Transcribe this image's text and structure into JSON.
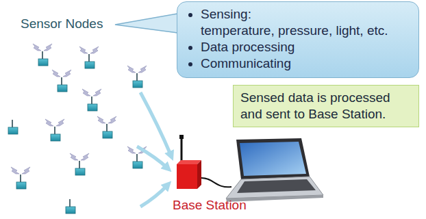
{
  "diagram": {
    "nodes": [
      {
        "text": [
          "Sensing: temperature, pressure, light, etc.",
          "Data processing",
          "Communicating"
        ]
      },
      {
        "text": [
          "Sensed data is processed and sent to Base Station."
        ]
      },
      {
        "text": [
          "Base Station"
        ]
      }
    ],
    "labels": [
      "Sensor Nodes"
    ]
  }
}
